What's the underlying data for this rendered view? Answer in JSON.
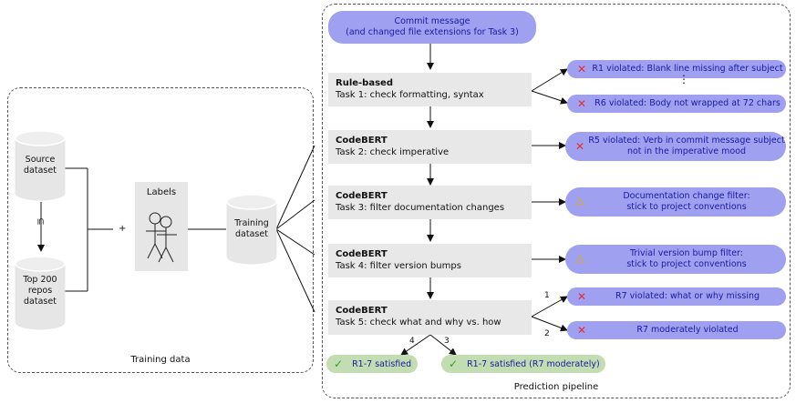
{
  "training": {
    "region_label": "Training data",
    "source_dataset": "Source\ndataset",
    "subset_symbol": "⊆",
    "top_repos_dataset": "Top 200\nrepos\ndataset",
    "plus": "+",
    "labels_title": "Labels",
    "training_dataset": "Training\ndataset"
  },
  "pipeline": {
    "region_label": "Prediction pipeline",
    "commit_message": "Commit message\n(and changed file extensions for Task 3)",
    "tasks": [
      {
        "title": "Rule-based",
        "desc": "Task 1: check formatting, syntax"
      },
      {
        "title": "CodeBERT",
        "desc": "Task 2: check imperative"
      },
      {
        "title": "CodeBERT",
        "desc": "Task 3: filter documentation changes"
      },
      {
        "title": "CodeBERT",
        "desc": "Task 4: filter version bumps"
      },
      {
        "title": "CodeBERT",
        "desc": "Task 5: check what and why vs. how"
      }
    ],
    "outcomes": {
      "r1": "R1 violated: Blank line missing after subject",
      "dots": "⋮",
      "r6": "R6 violated: Body not wrapped at 72 chars",
      "r5": "R5 violated: Verb in commit message subject\nnot in the imperative mood",
      "doc_filter": "Documentation change filter:\nstick to project conventions",
      "version_filter": "Trivial version bump filter:\nstick to project conventions",
      "r7_missing": "R7 violated: what or why missing",
      "r7_moderate": "R7 moderately violated",
      "ok_all": "R1-7 satisfied",
      "ok_moderate": "R1-7 satisfied (R7 moderately)"
    },
    "branch_numbers": {
      "one": "1",
      "two": "2",
      "three": "3",
      "four": "4"
    }
  },
  "icons": {
    "violation": "cross-icon",
    "warning": "warning-icon",
    "satisfied": "check-icon",
    "person": "stick-figure-icon"
  },
  "colors": {
    "violation_pill": "#9fa1f0",
    "satisfied_pill": "#c2ddb2",
    "task_box": "#e8e8e8",
    "cross": "#e23030",
    "warning": "#e8a800",
    "check": "#2e9e2e"
  }
}
